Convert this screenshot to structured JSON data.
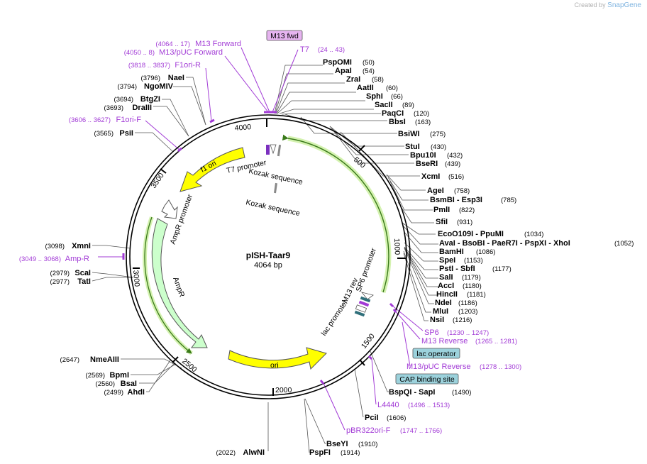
{
  "credit": {
    "prefix": "Created by",
    "brand": "SnapGene"
  },
  "plasmid": {
    "name": "pISH-Taar9",
    "length_label": "4064 bp",
    "length": 4064
  },
  "ticks": [
    "500",
    "1000",
    "1500",
    "2000",
    "2500",
    "3000",
    "3500",
    "4000"
  ],
  "enzymes": [
    {
      "name": "PspOMI",
      "pos": "(50)"
    },
    {
      "name": "ApaI",
      "pos": "(54)"
    },
    {
      "name": "ZraI",
      "pos": "(58)"
    },
    {
      "name": "AatII",
      "pos": "(60)"
    },
    {
      "name": "SphI",
      "pos": "(66)"
    },
    {
      "name": "SacII",
      "pos": "(89)"
    },
    {
      "name": "PaqCI",
      "pos": "(120)"
    },
    {
      "name": "BbsI",
      "pos": "(163)"
    },
    {
      "name": "BsiWI",
      "pos": "(275)"
    },
    {
      "name": "StuI",
      "pos": "(430)"
    },
    {
      "name": "Bpu10I",
      "pos": "(432)"
    },
    {
      "name": "BseRI",
      "pos": "(439)"
    },
    {
      "name": "XcmI",
      "pos": "(516)"
    },
    {
      "name": "AgeI",
      "pos": "(758)"
    },
    {
      "name": "BsmBI  -  Esp3I",
      "pos": "(785)"
    },
    {
      "name": "PmlI",
      "pos": "(822)"
    },
    {
      "name": "SfiI",
      "pos": "(931)"
    },
    {
      "name": "EcoO109I  -  PpuMI",
      "pos": "(1034)"
    },
    {
      "name": "AvaI  -  BsoBI  -  PaeR7I  -  PspXI  -  XhoI",
      "pos": "(1052)"
    },
    {
      "name": "BamHI",
      "pos": "(1086)"
    },
    {
      "name": "SpeI",
      "pos": "(1153)"
    },
    {
      "name": "PstI  -  SbfI",
      "pos": "(1177)"
    },
    {
      "name": "SalI",
      "pos": "(1179)"
    },
    {
      "name": "AccI",
      "pos": "(1180)"
    },
    {
      "name": "HincII",
      "pos": "(1181)"
    },
    {
      "name": "NdeI",
      "pos": "(1186)"
    },
    {
      "name": "MluI",
      "pos": "(1203)"
    },
    {
      "name": "NsiI",
      "pos": "(1216)"
    },
    {
      "name": "BspQI  -  SapI",
      "pos": "(1490)"
    },
    {
      "name": "PciI",
      "pos": "(1606)"
    },
    {
      "name": "BseYI",
      "pos": "(1910)"
    },
    {
      "name": "PspFI",
      "pos": "(1914)"
    },
    {
      "name": "AlwNI",
      "pos": "(2022)"
    },
    {
      "name": "AhdI",
      "pos": "(2499)"
    },
    {
      "name": "BsaI",
      "pos": "(2560)"
    },
    {
      "name": "BpmI",
      "pos": "(2569)"
    },
    {
      "name": "NmeAIII",
      "pos": "(2647)"
    },
    {
      "name": "TatI",
      "pos": "(2977)"
    },
    {
      "name": "ScaI",
      "pos": "(2979)"
    },
    {
      "name": "XmnI",
      "pos": "(3098)"
    },
    {
      "name": "PsiI",
      "pos": "(3565)"
    },
    {
      "name": "DraIII",
      "pos": "(3693)"
    },
    {
      "name": "BtgZI",
      "pos": "(3694)"
    },
    {
      "name": "NgoMIV",
      "pos": "(3794)"
    },
    {
      "name": "NaeI",
      "pos": "(3796)"
    }
  ],
  "outer_features": [
    {
      "name": "T7",
      "range": "(24 .. 43)"
    },
    {
      "name": "SP6",
      "range": "(1230 .. 1247)"
    },
    {
      "name": "M13 Reverse",
      "range": "(1265 .. 1281)"
    },
    {
      "name": "M13/pUC Reverse",
      "range": "(1278 .. 1300)"
    },
    {
      "name": "L4440",
      "range": "(1496 .. 1513)"
    },
    {
      "name": "pBR322ori-F",
      "range": "(1747 .. 1766)"
    },
    {
      "name": "Amp-R",
      "range": "(3049 .. 3068)"
    },
    {
      "name": "F1ori-F",
      "range": "(3606 .. 3627)"
    },
    {
      "name": "F1ori-R",
      "range": "(3818 .. 3837)"
    },
    {
      "name": "M13/pUC Forward",
      "range": "(4050 .. 8)"
    },
    {
      "name": "M13 Forward",
      "range": "(4064 .. 17)"
    }
  ],
  "boxed_features": {
    "m13fwd": "M13 fwd",
    "lac_operator": "lac operator",
    "cap_site": "CAP binding site"
  },
  "inner_features": {
    "f1ori": "f1 ori",
    "ori": "ori",
    "ampr": "AmpR",
    "ampr_promoter": "AmpR promoter",
    "t7_promoter": "T7 promoter",
    "kozak1": "Kozak sequence",
    "kozak2": "Kozak sequence",
    "sp6_promoter": "SP6 promoter",
    "m13_rev": "M13 rev",
    "lac_promoter": "lac promoter"
  },
  "colors": {
    "backbone": "#000000",
    "feature_label": "#a23bd6",
    "ori": "#ffff00",
    "ampr": "#ccffcc",
    "insert_line": "#9acd32",
    "box_fill": "#9cd2dc",
    "m13fwd_fill": "#e6b4f0"
  }
}
